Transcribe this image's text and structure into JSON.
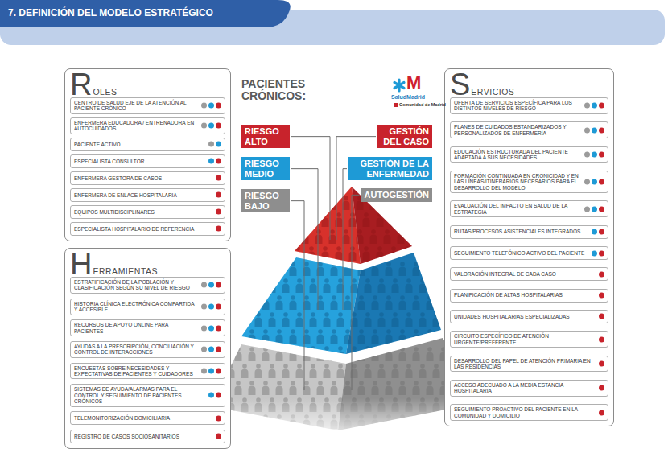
{
  "diagram": {
    "title": "7. DEFINICIÓN DEL MODELO ESTRATÉGICO",
    "nodes": [
      {
        "text": [
          "R",
          "OLES"
        ]
      },
      {
        "text": [
          "CENTRO DE SALUD EJE DE LA ATENCIÓN AL PACIENTE CRÓNICO"
        ],
        "in": 0
      },
      {
        "text": [
          "ENFERMERA EDUCADORA / ENTRENADORA EN AUTOCUIDADOS"
        ],
        "in": 0
      },
      {
        "text": [
          "PACIENTE ACTIVO"
        ],
        "in": 0
      },
      {
        "text": [
          "ESPECIALISTA CONSULTOR"
        ],
        "in": 0
      },
      {
        "text": [
          "ENFERMERA GESTORA DE CASOS"
        ],
        "in": 0
      },
      {
        "text": [
          "ENFERMERA DE ENLACE HOSPITALARIA"
        ],
        "in": 0
      },
      {
        "text": [
          "EQUIPOS MULTIDISCIPLINARES"
        ],
        "in": 0
      },
      {
        "text": [
          "ESPECIALISTA HOSPITALARIO DE REFERENCIA"
        ],
        "in": 0
      },
      {
        "text": [
          "H",
          "ERRAMIENTAS"
        ]
      },
      {
        "text": [
          "ESTRATIFICACIÓN DE LA POBLACIÓN Y CLASIFICACIÓN SEGÚN SU NIVEL DE RIESGO"
        ],
        "in": 9
      },
      {
        "text": [
          "HISTORIA CLÍNICA ELECTRÓNICA COMPARTIDA Y ACCESIBLE"
        ],
        "in": 9
      },
      {
        "text": [
          "RECURSOS DE APOYO ONLINE PARA PACIENTES"
        ],
        "in": 9
      },
      {
        "text": [
          "AYUDAS A LA PRESCRIPCIÓN, CONCILIACIÓN Y CONTROL DE INTERACCIONES"
        ],
        "in": 9
      },
      {
        "text": [
          "ENCUESTAS SOBRE NECESIDADES Y EXPECTATIVAS DE PACIENTES Y CUIDADORES"
        ],
        "in": 9
      },
      {
        "text": [
          "SISTEMAS DE AYUDA/ALARMAS PARA EL CONTROL Y SEGUIMIENTO DE PACIENTES CRÓNICOS"
        ],
        "in": 9
      },
      {
        "text": [
          "TELEMONITORIZACIÓN DOMICILIARIA"
        ],
        "in": 9
      },
      {
        "text": [
          "REGISTRO DE CASOS SOCIOSANITARIOS"
        ],
        "in": 9
      },
      {
        "text": [
          "RIESGO ALTO"
        ]
      },
      {
        "text": [
          "RIESGO MEDIO"
        ]
      },
      {
        "text": [
          "RIESGO BAJO"
        ]
      },
      {
        "text": [
          "GESTIÓN DEL CASO"
        ]
      },
      {
        "text": [
          "GESTIÓN DE LA ENFERMEDAD"
        ]
      },
      {
        "text": [
          "AUTOGESTIÓN"
        ]
      },
      {
        "text": [
          "S",
          "ERVICIOS"
        ]
      },
      {
        "text": [
          "OFERTA DE SERVICIOS ESPECÍFICA PARA LOS DISTINTOS NIVELES DE RIESGO"
        ],
        "in": 24
      },
      {
        "text": [
          "PLANES DE CUIDADOS ESTANDARIZADOS Y PERSONALIZADOS DE ENFERMERÍA"
        ],
        "in": 24
      },
      {
        "text": [
          "EDUCACIÓN ESTRUCTURADA DEL PACIENTE ADAPTADA A SUS NECESIDADES"
        ],
        "in": 24
      },
      {
        "text": [
          "FORMACIÓN CONTINUADA EN CRONICIDAD Y EN LAS LÍNEAS/ITINERARIOS NECESARIOS PARA EL DESARROLLO DEL MODELO"
        ],
        "in": 24
      },
      {
        "text": [
          "EVALUACIÓN DEL IMPACTO EN SALUD DE LA ESTRATEGIA"
        ],
        "in": 24
      },
      {
        "text": [
          "RUTAS/PROCESOS ASISTENCIALES INTEGRADOS"
        ],
        "in": 24
      },
      {
        "text": [
          "SEGUIMIENTO TELEFÓNICO ACTIVO DEL PACIENTE"
        ],
        "in": 24
      },
      {
        "text": [
          "VALORACIÓN INTEGRAL DE CADA CASO"
        ],
        "in": 24
      },
      {
        "text": [
          "PLANIFICACIÓN DE ALTAS HOSPITALARIAS"
        ],
        "in": 24
      },
      {
        "text": [
          "UNIDADES HOSPITALARIAS ESPECIALIZADAS"
        ],
        "in": 24
      },
      {
        "text": [
          "CIRCUITO ESPECÍFICO DE ATENCIÓN URGENTE/PREFERENTE"
        ],
        "in": 24
      },
      {
        "text": [
          "DESARROLLO DEL PAPEL DE ATENCIÓN PRIMARIA EN LAS RESIDENCIAS"
        ],
        "in": 24
      },
      {
        "text": [
          "ACCESO ADECUADO A LA MEDIA ESTANCIA HOSPITALARIA"
        ],
        "in": 24
      },
      {
        "text": [
          "SEGUIMIENTO PROACTIVO DEL PACIENTE EN LA COMUNIDAD Y DOMICILIO"
        ],
        "in": 24
      }
    ],
    "labels": [
      "PACIENTES CRÓNICOS:",
      "M",
      "SaludMadrid",
      "Comunidad de Madrid"
    ]
  }
}
